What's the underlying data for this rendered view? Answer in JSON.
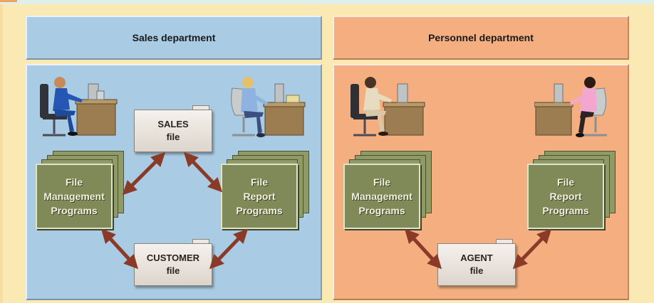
{
  "sales": {
    "title": "Sales department",
    "programs": [
      {
        "lines": [
          "File",
          "Management",
          "Programs"
        ]
      },
      {
        "lines": [
          "File",
          "Report",
          "Programs"
        ]
      }
    ],
    "files": [
      {
        "lines": [
          "SALES",
          "file"
        ]
      },
      {
        "lines": [
          "CUSTOMER",
          "file"
        ]
      }
    ]
  },
  "personnel": {
    "title": "Personnel department",
    "programs": [
      {
        "lines": [
          "File",
          "Management",
          "Programs"
        ]
      },
      {
        "lines": [
          "File",
          "Report",
          "Programs"
        ]
      }
    ],
    "files": [
      {
        "lines": [
          "AGENT",
          "file"
        ]
      }
    ]
  },
  "colors": {
    "page_background": "#fbe9b4",
    "sales_panel": "#a9cbe3",
    "personnel_panel": "#f5ae7f",
    "program_stack": "#7f8a58",
    "arrow": "#8a3a27",
    "file_box": "#ece7e1"
  },
  "icons": [
    "worker-at-desk-icon",
    "file-folder-icon",
    "double-headed-arrow-icon",
    "program-stack-icon"
  ]
}
